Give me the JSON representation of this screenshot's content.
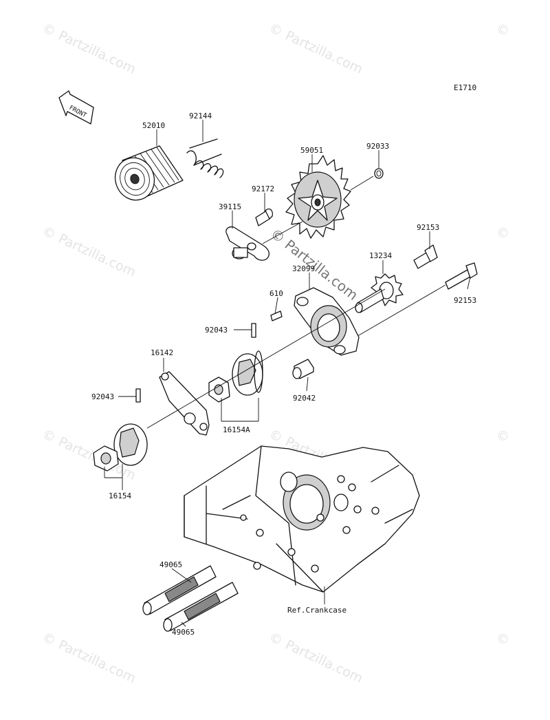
{
  "diagram_code": "E1710",
  "front_label": "FRONT",
  "watermark": {
    "symbol": "©",
    "text": "Partzilla.com",
    "center_text": "© Partzilla.com"
  },
  "parts": {
    "p52010": "52010",
    "p92144": "92144",
    "p59051": "59051",
    "p92033": "92033",
    "p92172": "92172",
    "p39115": "39115",
    "p92153a": "92153",
    "p13234": "13234",
    "p32099": "32099",
    "p92153b": "92153",
    "p610": "610",
    "p92043a": "92043",
    "p16142": "16142",
    "p92043b": "92043",
    "p16154a": "16154A",
    "p92042": "92042",
    "p16154": "16154",
    "p49065a": "49065",
    "p49065b": "49065",
    "ref_crankcase": "Ref.Crankcase"
  },
  "colors": {
    "line": "#111111",
    "watermark": "#e4e4e4",
    "fill_gray": "#cfcfcf"
  }
}
